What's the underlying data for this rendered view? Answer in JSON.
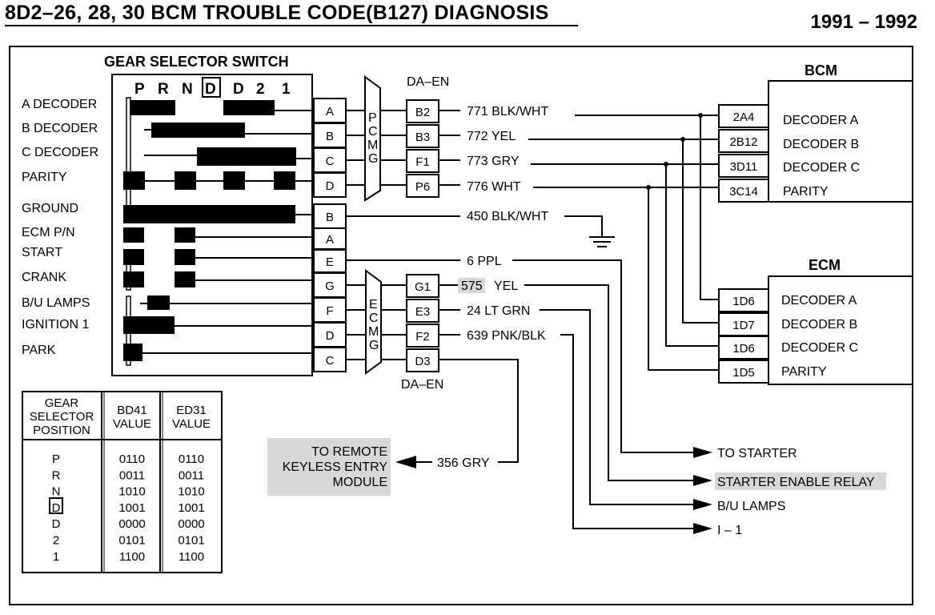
{
  "header": {
    "title": "8D2–26, 28, 30  BCM TROUBLE CODE(B127) DIAGNOSIS",
    "year_range": "1991  –  1992"
  },
  "gear_switch": {
    "title": "GEAR SELECTOR SWITCH",
    "positions": [
      "P",
      "R",
      "N",
      "D",
      "D",
      "2",
      "1"
    ],
    "rows": [
      "A DECODER",
      "B DECODER",
      "C DECODER",
      "PARITY",
      "GROUND",
      "ECM P/N",
      "START",
      "CRANK",
      "B/U LAMPS",
      "IGNITION 1",
      "PARK"
    ]
  },
  "pcm_connector": {
    "label": "PCMG",
    "label_letters": [
      "P",
      "C",
      "M",
      "G"
    ],
    "switch_pins": [
      "A",
      "B",
      "C",
      "D"
    ],
    "pins": [
      "B2",
      "B3",
      "F1",
      "P6"
    ],
    "name": "DA–EN"
  },
  "ecm_connector": {
    "label": "ECMG",
    "label_letters": [
      "E",
      "C",
      "M",
      "G"
    ],
    "switch_pins": [
      "G",
      "F",
      "D",
      "C"
    ],
    "pins": [
      "G1",
      "E3",
      "F2",
      "D3"
    ],
    "name": "DA–EN"
  },
  "other_pins": [
    "B",
    "A",
    "E"
  ],
  "wires": {
    "w771": "771 BLK/WHT",
    "w772": "772 YEL",
    "w773": "773 GRY",
    "w776": "776 WHT",
    "w450": "450 BLK/WHT",
    "w6": "6 PPL",
    "w575_num": "575",
    "w575_color": "YEL",
    "w24": "24 LT GRN",
    "w639": "639 PNK/BLK",
    "w356": "356 GRY"
  },
  "bcm": {
    "title": "BCM",
    "pins": [
      "2A4",
      "2B12",
      "3D11",
      "3C14"
    ],
    "labels": [
      "DECODER  A",
      "DECODER  B",
      "DECODER  C",
      "PARITY"
    ]
  },
  "ecm": {
    "title": "ECM",
    "pins": [
      "1D6",
      "1D7",
      "1D6",
      "1D5"
    ],
    "labels": [
      "DECODER  A",
      "DECODER  B",
      "DECODER  C",
      "PARITY"
    ]
  },
  "destinations": {
    "starter": "TO STARTER",
    "relay": "STARTER ENABLE RELAY",
    "bu_lamps": "B/U LAMPS",
    "ignition": "I  –  1",
    "remote_lines": [
      "TO REMOTE",
      "KEYLESS ENTRY",
      "MODULE"
    ]
  },
  "table": {
    "headers": [
      [
        "GEAR",
        "SELECTOR",
        "POSITION"
      ],
      [
        "BD41",
        "VALUE"
      ],
      [
        "ED31",
        "VALUE"
      ]
    ],
    "rows": [
      [
        "P",
        "0110",
        "0110"
      ],
      [
        "R",
        "0011",
        "0011"
      ],
      [
        "N",
        "1010",
        "1010"
      ],
      [
        "D",
        "1001",
        "1001"
      ],
      [
        "D",
        "0000",
        "0000"
      ],
      [
        "2",
        "0101",
        "0101"
      ],
      [
        "1",
        "1100",
        "1100"
      ]
    ]
  }
}
